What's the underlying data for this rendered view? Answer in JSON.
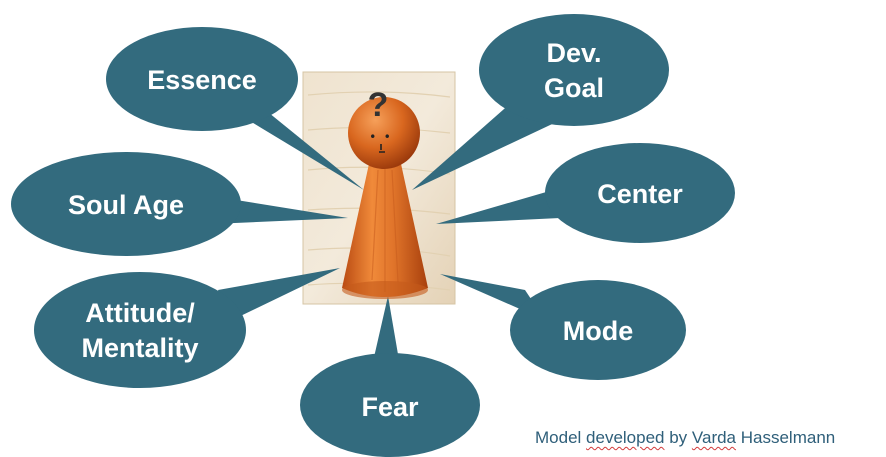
{
  "diagram": {
    "center_figure": {
      "face_symbol": "?",
      "bubble_color": "#336b7e",
      "figure_color": "#e0742a"
    },
    "bubbles": {
      "essence": [
        "Essence"
      ],
      "dev_goal": [
        "Dev.",
        "Goal"
      ],
      "soul_age": [
        "Soul Age"
      ],
      "center": [
        "Center"
      ],
      "attitude": [
        "Attitude/",
        "Mentality"
      ],
      "mode": [
        "Mode"
      ],
      "fear": [
        "Fear"
      ]
    },
    "credit": {
      "prefix": "Model ",
      "word1": "developed",
      "middle": " by ",
      "word2": "Varda",
      "suffix": " Hasselmann"
    }
  }
}
